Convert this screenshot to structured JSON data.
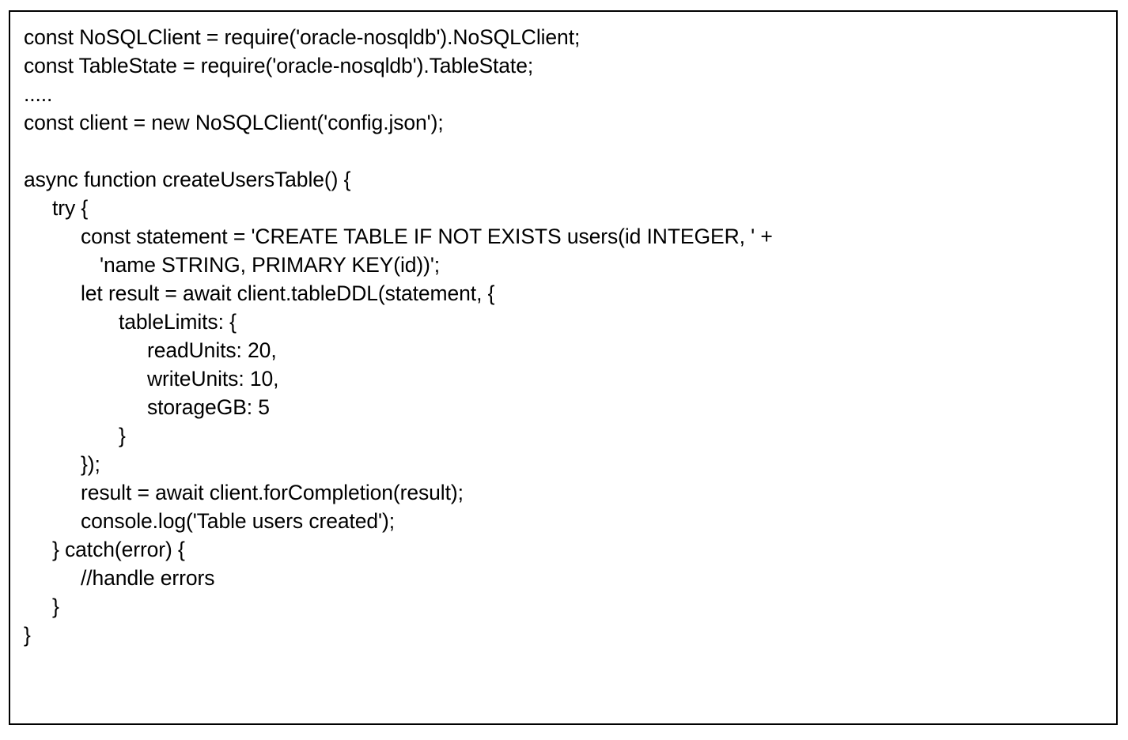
{
  "figure": {
    "kind": "code-listing",
    "language": "JavaScript",
    "border_color": "#000000",
    "background_color": "#ffffff",
    "text_color": "#000000"
  },
  "code": {
    "lines": [
      {
        "indent": 0,
        "text": "const NoSQLClient = require('oracle-nosqldb').NoSQLClient;"
      },
      {
        "indent": 0,
        "text": "const TableState = require('oracle-nosqldb').TableState;"
      },
      {
        "indent": 0,
        "text": "....."
      },
      {
        "indent": 0,
        "text": "const client = new NoSQLClient('config.json');"
      },
      {
        "indent": 0,
        "text": ""
      },
      {
        "indent": 0,
        "text": "async function createUsersTable() {"
      },
      {
        "indent": 1,
        "text": "try {"
      },
      {
        "indent": 2,
        "text": "const statement = 'CREATE TABLE IF NOT EXISTS users(id INTEGER, ' +"
      },
      {
        "indent": 3,
        "text": "'name STRING, PRIMARY KEY(id))';"
      },
      {
        "indent": 2,
        "text": "let result = await client.tableDDL(statement, {"
      },
      {
        "indent": 4,
        "text": "tableLimits: {"
      },
      {
        "indent": 5,
        "text": "readUnits: 20,"
      },
      {
        "indent": 5,
        "text": "writeUnits: 10,"
      },
      {
        "indent": 5,
        "text": "storageGB: 5"
      },
      {
        "indent": 4,
        "text": "}"
      },
      {
        "indent": 2,
        "text": "});"
      },
      {
        "indent": 2,
        "text": "result = await client.forCompletion(result);"
      },
      {
        "indent": 2,
        "text": "console.log('Table users created');"
      },
      {
        "indent": 1,
        "text": "} catch(error) {"
      },
      {
        "indent": 2,
        "text": "//handle errors"
      },
      {
        "indent": 1,
        "text": "}"
      },
      {
        "indent": 0,
        "text": "}"
      }
    ]
  }
}
